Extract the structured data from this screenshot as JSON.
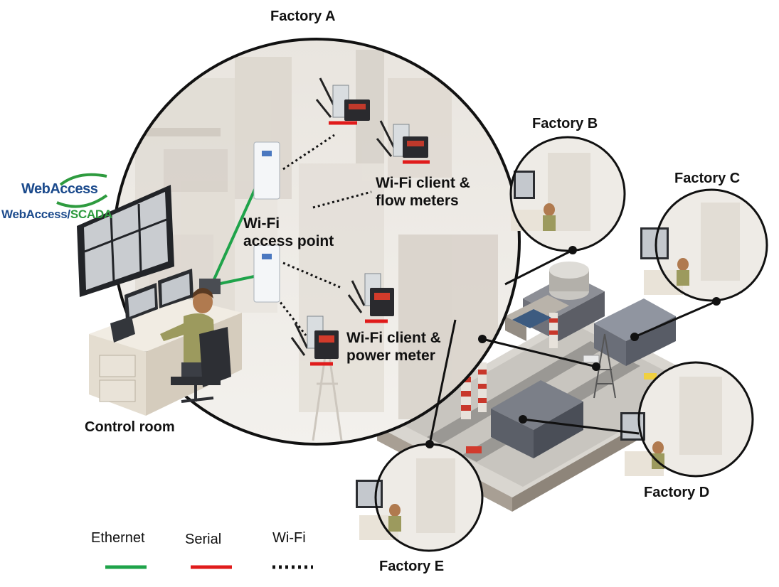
{
  "logo": {
    "primary": "WebAccess",
    "secondary_a": "WebAccess/",
    "secondary_b": "SCADA"
  },
  "factories": {
    "a": "Factory A",
    "b": "Factory B",
    "c": "Factory C",
    "d": "Factory D",
    "e": "Factory E"
  },
  "labels": {
    "control_room": "Control room",
    "access_point_line1": "Wi-Fi",
    "access_point_line2": "access point",
    "flow_line1": "Wi-Fi client &",
    "flow_line2": "flow meters",
    "power_line1": "Wi-Fi client &",
    "power_line2": "power meter"
  },
  "legend": {
    "ethernet": "Ethernet",
    "serial": "Serial",
    "wifi": "Wi-Fi"
  },
  "colors": {
    "ethernet": "#1fa34a",
    "serial": "#e01b1b",
    "wifi": "#111111",
    "logo_blue": "#1b4a8c",
    "logo_green": "#2e9b3f"
  }
}
